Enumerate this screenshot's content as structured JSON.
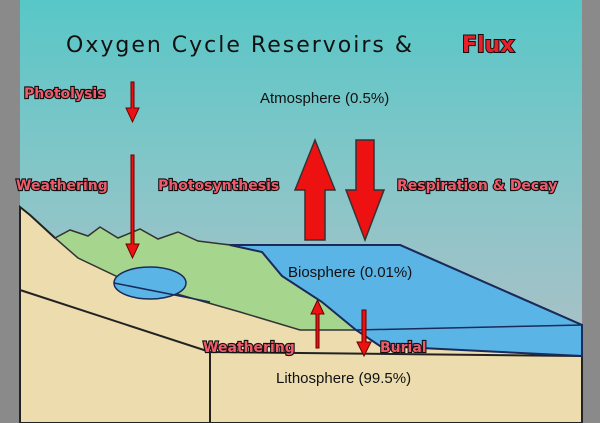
{
  "title": {
    "main": "Oxygen Cycle Reservoirs &",
    "accent": "Flux"
  },
  "reservoirs": {
    "atmosphere": "Atmosphere (0.5%)",
    "biosphere": "Biosphere (0.01%)",
    "lithosphere": "Lithosphere (99.5%)"
  },
  "fluxes": {
    "photolysis": "Photolysis",
    "weathering_top": "Weathering",
    "photosynthesis": "Photosynthesis",
    "respiration": "Respiration & Decay",
    "weathering_bottom": "Weathering",
    "burial": "Burial"
  },
  "colors": {
    "arrow": "#ee1111",
    "water": "#5ab4e6",
    "vegetation": "#a6d58e",
    "rock": "#ecdcae"
  }
}
